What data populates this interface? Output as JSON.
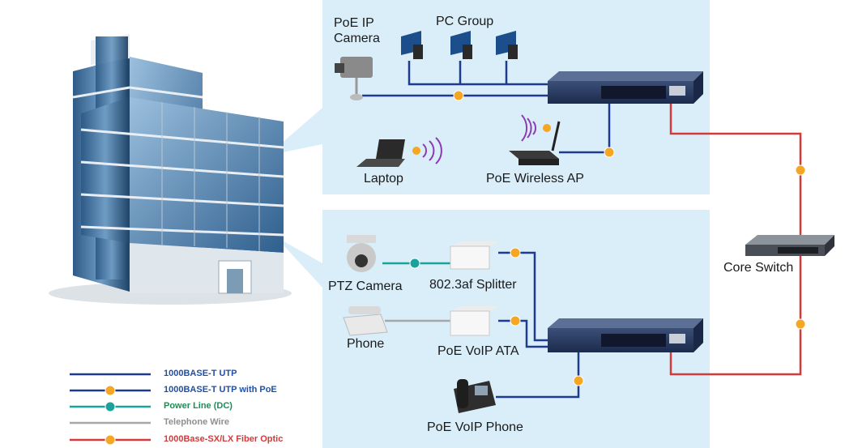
{
  "colors": {
    "utp": "#1f3a8f",
    "poe_badge": "#f5a623",
    "power_line": "#1aa39a",
    "telephone": "#a7a7a7",
    "fiber": "#d43a3a",
    "panel": "#d9eef9"
  },
  "icons": [
    "building-icon",
    "ip-camera-icon",
    "pc-icon",
    "laptop-icon",
    "wireless-ap-icon",
    "ptz-camera-icon",
    "splitter-icon",
    "phone-icon",
    "voip-ata-icon",
    "voip-phone-icon",
    "poe-switch-icon",
    "core-switch-icon"
  ],
  "labels": {
    "poe_ip_camera_line1": "PoE IP",
    "poe_ip_camera_line2": "Camera",
    "pc_group": "PC Group",
    "laptop": "Laptop",
    "poe_wireless_ap": "PoE Wireless AP",
    "ptz_camera": "PTZ Camera",
    "splitter": "802.3af Splitter",
    "phone": "Phone",
    "poe_voip_ata": "PoE VoIP ATA",
    "poe_voip_phone": "PoE VoIP Phone",
    "core_switch": "Core Switch"
  },
  "legend": [
    {
      "label": "1000BASE-T UTP",
      "color": "#1f3a8f",
      "badge": false
    },
    {
      "label": "1000BASE-T UTP with PoE",
      "color": "#1f3a8f",
      "badge": true
    },
    {
      "label": "Power Line (DC)",
      "color": "#1aa39a",
      "badge": true
    },
    {
      "label": "Telephone Wire",
      "color": "#8f8f8f",
      "badge": false
    },
    {
      "label": "1000Base-SX/LX Fiber Optic",
      "color": "#d43a3a",
      "badge": true
    }
  ]
}
